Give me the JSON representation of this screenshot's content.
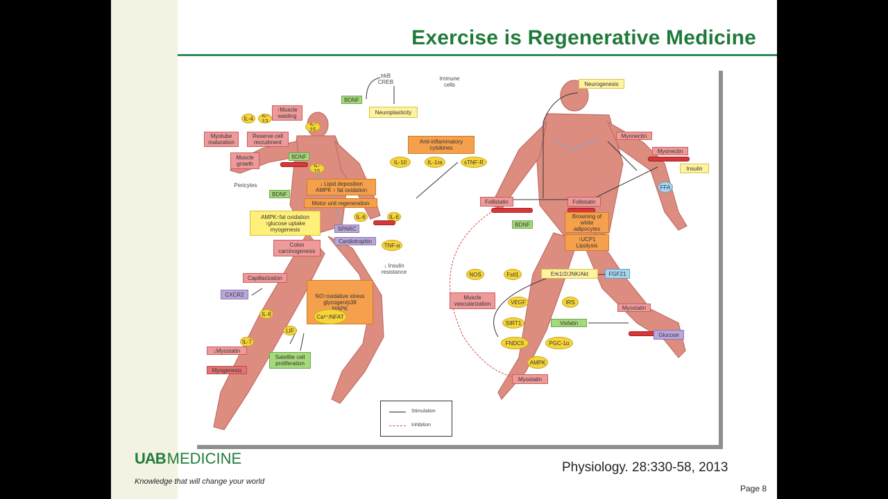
{
  "slide": {
    "title": "Exercise is Regenerative Medicine",
    "citation": "Physiology. 28:330-58, 2013",
    "page": "Page 8",
    "logo_mark": "UAB",
    "logo_word": "MEDICINE",
    "tagline": "Knowledge that will change your world"
  },
  "colors": {
    "title_green": "#1f7a3a",
    "muscle_red": "#c0504d",
    "box_pink": "#ef9a9a",
    "box_green": "#a5d97a",
    "box_orange": "#f5a04c",
    "box_yellow": "#fff07a",
    "box_purple": "#b9a7d9",
    "box_blue": "#a9d4ef"
  },
  "figure": {
    "left_runner": {
      "trkb_creb": "trkB\nCREB",
      "immune_cells": "Immune\ncells",
      "bdnf_top": "BDNF",
      "neuroplasticity": "Neuroplasticity",
      "muscle_wasting": "↑Muscle\nwasting",
      "il4": "IL-4",
      "il13": "IL-13",
      "il15_top": "IL-15",
      "myotube": "Myotube\nmaturation",
      "reserve_cell": "Reserve cell\nrecruitment",
      "muscle_growth": "Muscle\ngrowth",
      "bdnf_mid": "BDNF",
      "il15_mid": "IL-15",
      "pericytes": "Pericytes",
      "anti_inflammatory": "Anti-inflammatory\ncytokines",
      "il10": "IL-10",
      "il1ra": "IL-1ra",
      "stnfr": "sTNF-R",
      "lipid": "↓ Lipid deposition\nAMPK ↑ fat oxidation",
      "bdnf_low": "BDNF",
      "motor_unit": "Motor unit regeneration",
      "il6_a": "IL-6",
      "il6_b": "IL-6",
      "ampk_fat": "AMPK↑fat oxidation\n↑glucose uptake\nmyogenesis",
      "sparc": "SPARC",
      "cardiotrophin": "Cardiotrophin",
      "colon": "Colon\ncarcinogenesis",
      "tnfa": "TNF-α",
      "insulin_res": "↓ Insulin\nresistance",
      "capillarization": "Capillarization",
      "cxcr2": "CXCR2",
      "no_box": "NO↑oxidative stress\nglycogen/p38\nMAPK",
      "ca_nfat": "Ca²⁺/NFAT",
      "il8": "IL-8",
      "lif": "LIF",
      "il7": "IL-7",
      "myostatin_down": "↓Myostatin",
      "myogenesis": "Myogenesis",
      "satellite": "Satellite cell\nproliferation"
    },
    "right_runner": {
      "neurogenesis": "Neurogenesis",
      "myonectin": "Myonectin",
      "myonectin_b": "Myonectin",
      "insulin": "Insulin",
      "ffa": "FFA",
      "fst_left": "Follistatin",
      "fst_mid": "Follistatin",
      "browning": "Browning of\nwhite adipocytes",
      "ucp1": "↑UCP1\nLipolysis",
      "bdnf": "BDNF",
      "nos": "NOS",
      "fst1": "Fstl1",
      "erk": "Erk1/2/JNK/Akt",
      "fgf21": "FGF21",
      "muscle_vasc": "Muscle\nvascularization",
      "vegf": "VEGF",
      "irs": "IRS",
      "myostatin_r": "Myostatin",
      "sirt1": "SIRT1",
      "visfatin": "Visfatin",
      "fndc5": "FNDC5",
      "pgc": "PGC-1α",
      "glucose": "Glucose",
      "ampk": "AMPK",
      "myostatin_b": "Myostatin"
    },
    "legend": {
      "stimulation": "Stimulation",
      "inhibition": "Inhibition"
    }
  }
}
